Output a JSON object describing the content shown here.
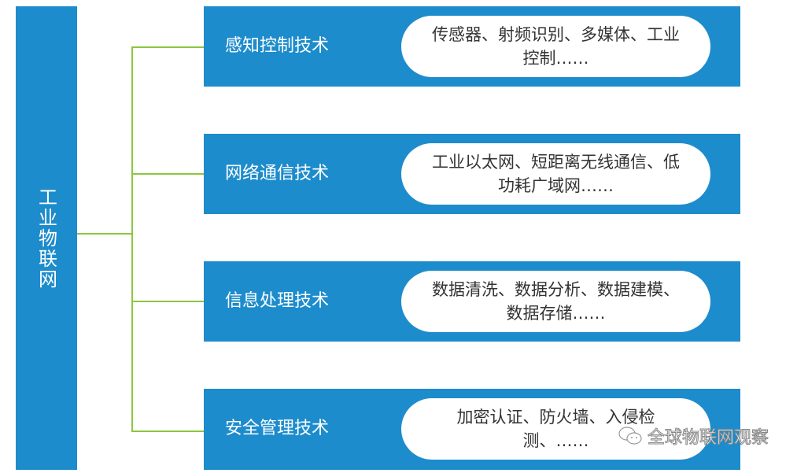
{
  "root": {
    "label": "工业物联网"
  },
  "branches": [
    {
      "title": "感知控制技术",
      "detail": "传感器、射频识别、多媒体、工业控制……"
    },
    {
      "title": "网络通信技术",
      "detail": "工业以太网、短距离无线通信、低功耗广域网……"
    },
    {
      "title": "信息处理技术",
      "detail": "数据清洗、数据分析、数据建模、数据存储……"
    },
    {
      "title": "安全管理技术",
      "detail": "加密认证、防火墙、入侵检测、……"
    }
  ],
  "watermark": {
    "text": "全球物联网观察"
  },
  "colors": {
    "box": "#1d8ccc",
    "connector": "#8cc63f"
  }
}
